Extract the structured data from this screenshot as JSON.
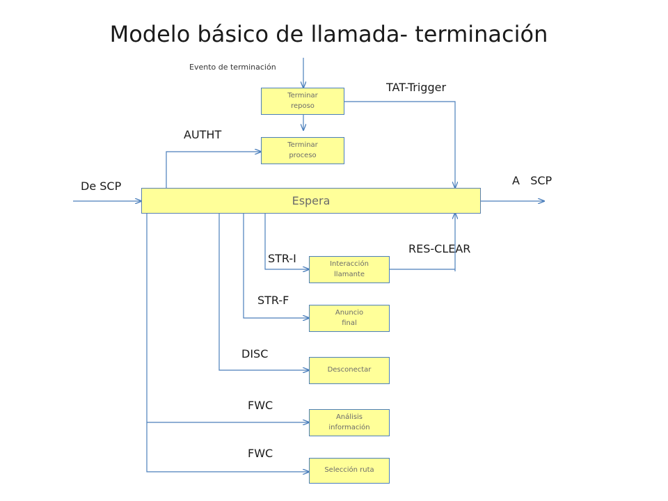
{
  "title": "Modelo básico de llamada- terminación",
  "labels": {
    "evento": "Evento de terminación",
    "tat_trigger": "TAT-Trigger",
    "autht": "AUTHT",
    "de_scp": "De SCP",
    "a_scp": "A   SCP",
    "res_clear": "RES-CLEAR",
    "str_i": "STR-I",
    "str_f": "STR-F",
    "disc": "DISC",
    "fwc_1": "FWC",
    "fwc_2": "FWC"
  },
  "boxes": {
    "terminar_reposo": [
      "Terminar",
      "reposo"
    ],
    "terminar_proceso": [
      "Terminar",
      "proceso"
    ],
    "espera": "Espera",
    "interaccion": [
      "Interacción",
      "llamante"
    ],
    "anuncio": [
      "Anuncio",
      "final"
    ],
    "desconectar": "Desconectar",
    "analisis": [
      "Análisis",
      "información"
    ],
    "seleccion": "Selección ruta"
  },
  "colors": {
    "box_fill": "#ffff99",
    "line": "#4a7ebb"
  }
}
